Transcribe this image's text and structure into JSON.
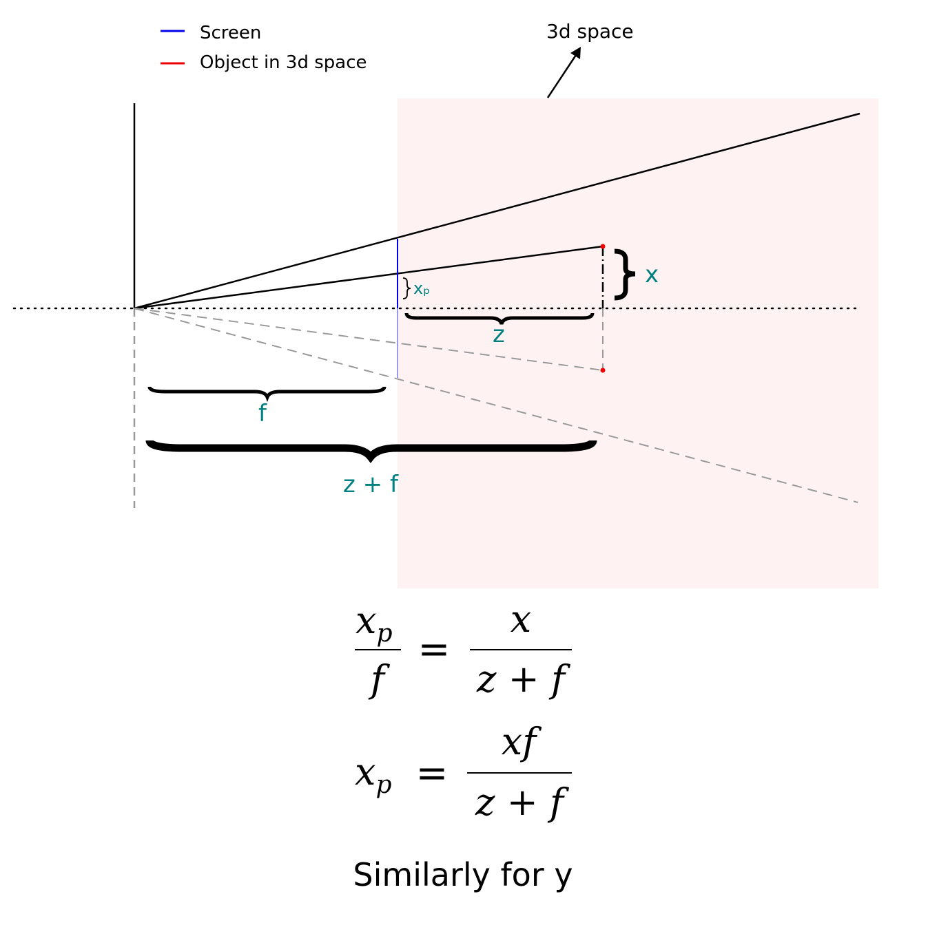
{
  "legend": {
    "items": [
      {
        "label": "Screen",
        "color": "#0000ee"
      },
      {
        "label": "Object in 3d space",
        "color": "#ee0000"
      }
    ]
  },
  "region_label": "3d space",
  "labels": {
    "xp": "xₚ",
    "x": "x",
    "z": "z",
    "f": "f",
    "zf": "z + f"
  },
  "colors": {
    "region_fill": "#fff2f2",
    "label_teal": "#008080",
    "dashed_gray": "#999999",
    "screen_blue": "#0000ee",
    "object_red": "#ee0000"
  },
  "equations": {
    "eq1": {
      "lhs_num": "x",
      "lhs_num_sub": "p",
      "lhs_den": "f",
      "equals": "=",
      "rhs_num": "x",
      "rhs_den": "z + f"
    },
    "eq2": {
      "lhs": "x",
      "lhs_sub": "p",
      "equals": "=",
      "rhs_num": "xf",
      "rhs_den": "z + f"
    }
  },
  "footer": "Similarly for y"
}
